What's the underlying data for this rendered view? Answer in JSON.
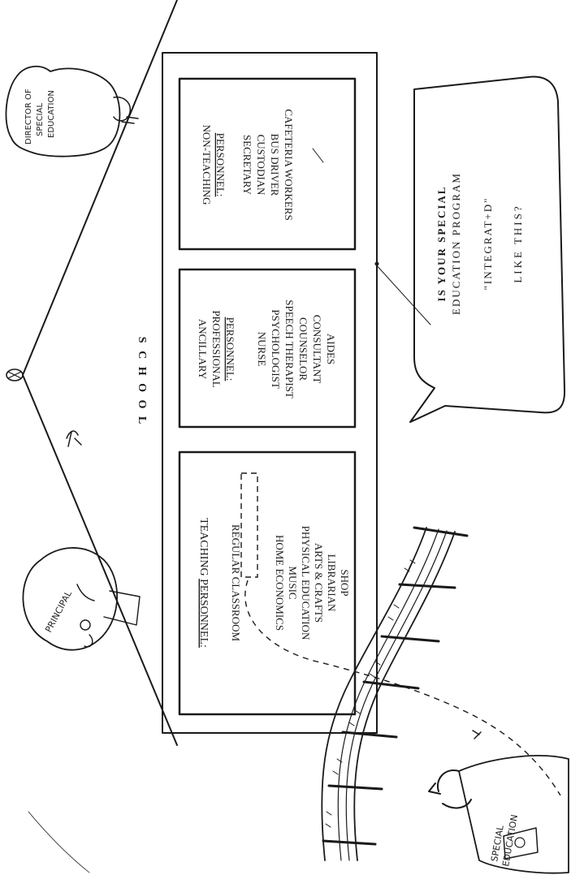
{
  "school_label": "S C H O O L",
  "principal_label": "PRINCIPAL",
  "director_label": [
    "DIRECTOR OF",
    "SPECIAL",
    "EDUCATION"
  ],
  "teaching": {
    "title_prefix": "TEACHING ",
    "title_underlined": "PERSONNEL:",
    "items": [
      "REGULAR CLASSROOM",
      "HOME ECONOMICS",
      "MUSIC",
      "PHYSICAL EDUCATION",
      "ARTS & CRAFTS",
      "LIBRARIAN",
      "SHOP"
    ]
  },
  "ancillary": {
    "title_lines": [
      "ANCILLARY",
      "PROFESSIONAL"
    ],
    "title_underlined": "PERSONNEL:",
    "items": [
      "NURSE",
      "PSYCHOLOGIST",
      "SPEECH THERAPIST",
      "COUNSELOR",
      "CONSULTANT",
      "AIDES"
    ]
  },
  "nonteaching": {
    "title_line": "NON-TEACHING",
    "title_underlined": "PERSONNEL:",
    "items": [
      "SECRETARY",
      "CUSTODIAN",
      "BUS DRIVER",
      "CAFETERIA WORKERS"
    ]
  },
  "speech_bubble": {
    "lines": [
      "IS YOUR SPECIAL",
      "EDUCATION PROGRAM",
      "\"INTEGRAT+D\"",
      "LIKE THIS?"
    ]
  },
  "special_ed_label": [
    "SPECIAL",
    "EDUCATION"
  ]
}
